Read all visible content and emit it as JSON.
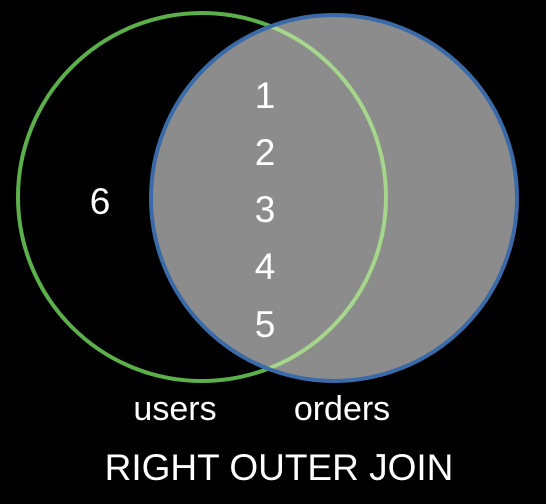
{
  "diagram": {
    "title": "RIGHT OUTER JOIN",
    "left_set": {
      "label": "users",
      "only_values": [
        "6"
      ],
      "stroke_color": "#5cb04a"
    },
    "right_set": {
      "label": "orders",
      "stroke_color": "#3a6aa8",
      "fill_color": "#8c8c8c"
    },
    "intersection": {
      "values": [
        "1",
        "2",
        "3",
        "4",
        "5"
      ],
      "stroke_color": "#a6d58d"
    },
    "highlighted_region": "right"
  }
}
